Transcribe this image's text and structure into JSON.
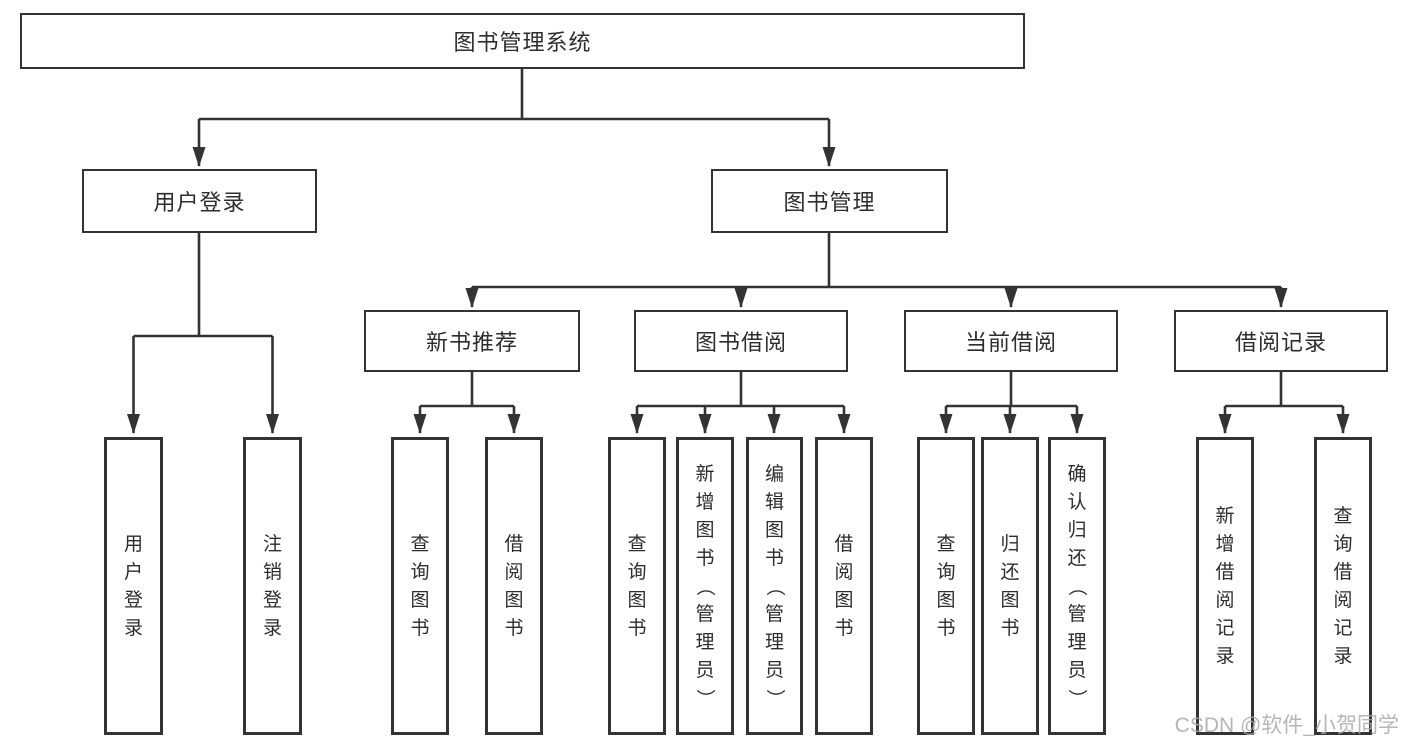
{
  "tree": {
    "label": "图书管理系统",
    "children": [
      {
        "label": "用户登录",
        "children": [
          {
            "label": "用户登录"
          },
          {
            "label": "注销登录"
          }
        ]
      },
      {
        "label": "图书管理",
        "children": [
          {
            "label": "新书推荐",
            "children": [
              {
                "label": "查询图书"
              },
              {
                "label": "借阅图书"
              }
            ]
          },
          {
            "label": "图书借阅",
            "children": [
              {
                "label": "查询图书"
              },
              {
                "label": "新增图书（管理员）"
              },
              {
                "label": "编辑图书（管理员）"
              },
              {
                "label": "借阅图书"
              }
            ]
          },
          {
            "label": "当前借阅",
            "children": [
              {
                "label": "查询图书"
              },
              {
                "label": "归还图书"
              },
              {
                "label": "确认归还（管理员）"
              }
            ]
          },
          {
            "label": "借阅记录",
            "children": [
              {
                "label": "新增借阅记录"
              },
              {
                "label": "查询借阅记录"
              }
            ]
          }
        ]
      }
    ]
  },
  "watermark": "CSDN @软件_小贺同学",
  "colors": {
    "line": "#333333",
    "box_border": "#333333",
    "text": "#2d2d2d",
    "watermark": "#aaaaaa",
    "background": "#ffffff"
  }
}
